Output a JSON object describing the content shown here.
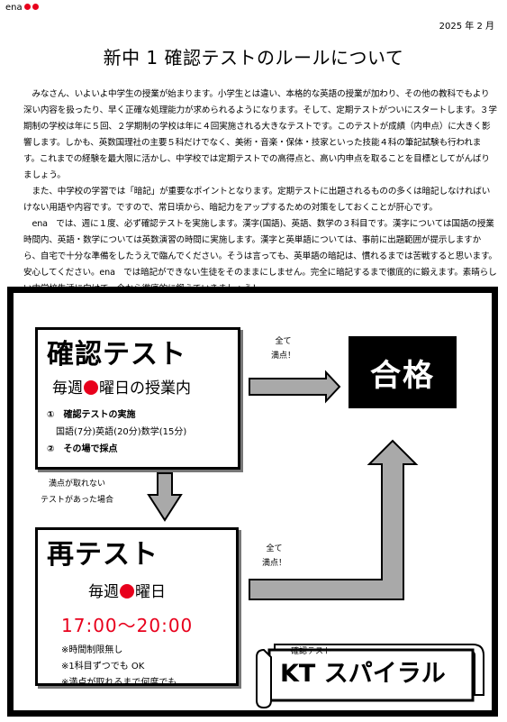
{
  "header": {
    "brand": "ena",
    "date": "2025 年 2 月",
    "title": "新中 1 確認テストのルールについて"
  },
  "body_paragraphs": [
    "　みなさん、いよいよ中学生の授業が始まります。小学生とは違い、本格的な英語の授業が加わり、その他の教科でもより深い内容を扱ったり、早く正確な処理能力が求められるようになります。そして、定期テストがついにスタートします。３学期制の学校は年に５回、２学期制の学校は年に４回実施される大きなテストです。このテストが成績（内申点）に大きく影響します。しかも、英数国理社の主要５科だけでなく、美術・音楽・保体・技家といった技能４科の筆記試験も行われます。これまでの経験を最大限に活かし、中学校では定期テストでの高得点と、高い内申点を取ることを目標としてがんばりましょう。",
    "　また、中学校の学習では「暗記」が重要なポイントとなります。定期テストに出題されるものの多くは暗記しなければいけない用語や内容です。ですので、常日頃から、暗記力をアップするための対策をしておくことが肝心です。",
    "　ena　では、週に１度、必ず確認テストを実施します。漢字(国語)、英語、数学の３科目です。漢字については国語の授業時間内、英語・数学については英数演習の時間に実施します。漢字と英単語については、事前に出題範囲が提示しますから、自宅で十分な準備をしたうえで臨んでください。そうは言っても、英単語の暗記は、慣れるまでは苦戦すると思います。安心してください。ena　では暗記ができない生徒をそのままにしません。完全に暗記するまで徹底的に鍛えます。素晴らしい中学校生活に向けて、今から徹底的に鍛えていきましょう！"
  ],
  "diagram": {
    "kakunin": {
      "heading": "確認テスト",
      "weekly_prefix": "毎週",
      "weekly_suffix": "曜日の授業内",
      "step1": "①　確認テストの実施",
      "subjects": "国語(7分)英語(20分)数学(15分)",
      "step2": "②　その場で採点"
    },
    "all_correct_1": [
      "全て",
      "満点！"
    ],
    "all_correct_2": [
      "全て",
      "満点！"
    ],
    "fail_label": [
      "満点が取れない",
      "テストがあった場合"
    ],
    "pass": "合格",
    "saitest": {
      "heading": "再テスト",
      "weekly_prefix": "毎週",
      "weekly_suffix": "曜日",
      "time": "17:00～20:00",
      "notes": [
        "※時間制限無し",
        "※1科目ずつでも OK",
        "※満点が取れるまで何度でも"
      ]
    },
    "spiral": {
      "small": "確認テスト",
      "main": "KT スパイラル"
    }
  },
  "colors": {
    "accent_red": "#e8001c",
    "arrow_gray": "#a9a9a9",
    "black": "#000000"
  },
  "icons": [
    "red-dot-icon",
    "right-arrow-icon",
    "down-arrow-icon",
    "up-arrow-icon",
    "scroll-banner-icon"
  ]
}
